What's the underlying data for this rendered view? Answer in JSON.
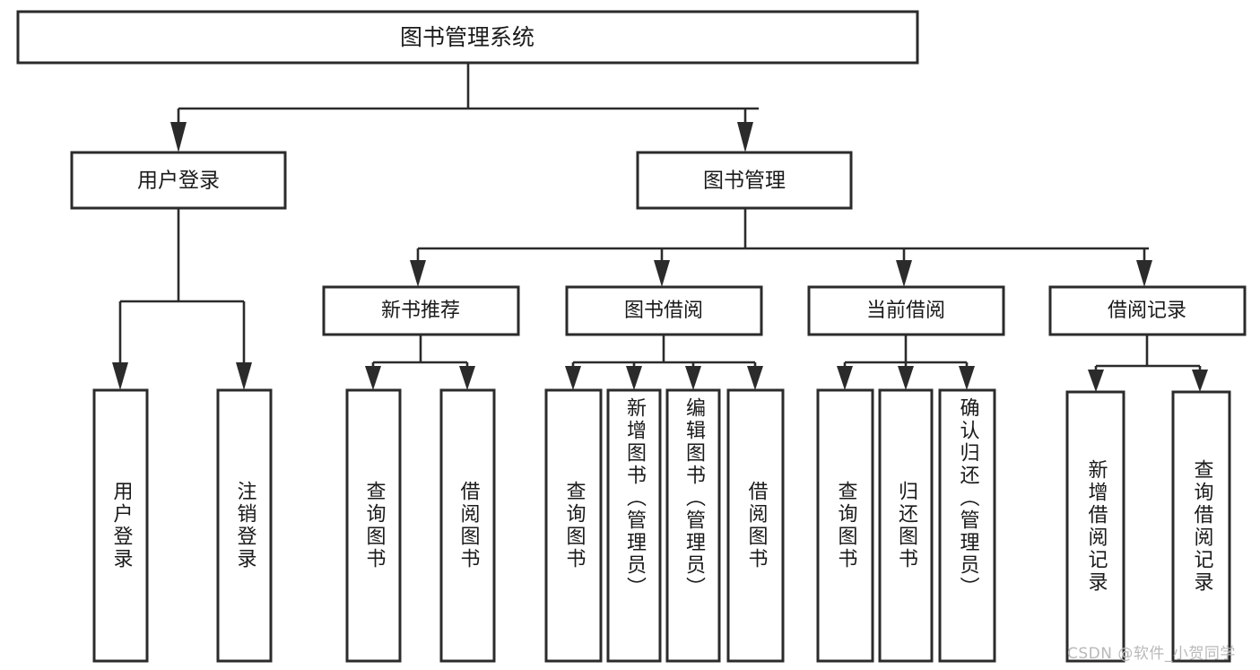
{
  "diagram": {
    "title": "图书管理系统",
    "type": "hierarchy-tree",
    "watermark": "CSDN @软件_小贺同学",
    "colors": {
      "background": "#ffffff",
      "box_stroke": "#2b2b2b",
      "box_fill": "#ffffff",
      "text": "#1a1a1a",
      "watermark": "#b9b9b9"
    },
    "root": {
      "label": "图书管理系统"
    },
    "level1": [
      {
        "label": "用户登录"
      },
      {
        "label": "图书管理"
      }
    ],
    "level2": [
      {
        "label": "新书推荐"
      },
      {
        "label": "图书借阅"
      },
      {
        "label": "当前借阅"
      },
      {
        "label": "借阅记录"
      }
    ],
    "leaves": {
      "user_login": [
        {
          "label": "用户登录"
        },
        {
          "label": "注销登录"
        }
      ],
      "new_book_recommend": [
        {
          "label": "查询图书"
        },
        {
          "label": "借阅图书"
        }
      ],
      "book_borrow": [
        {
          "label": "查询图书"
        },
        {
          "label": "新增图书（管理员）"
        },
        {
          "label": "编辑图书（管理员）"
        },
        {
          "label": "借阅图书"
        }
      ],
      "current_borrow": [
        {
          "label": "查询图书"
        },
        {
          "label": "归还图书"
        },
        {
          "label": "确认归还（管理员）"
        }
      ],
      "borrow_record": [
        {
          "label": "新增借阅记录"
        },
        {
          "label": "查询借阅记录"
        }
      ]
    }
  }
}
